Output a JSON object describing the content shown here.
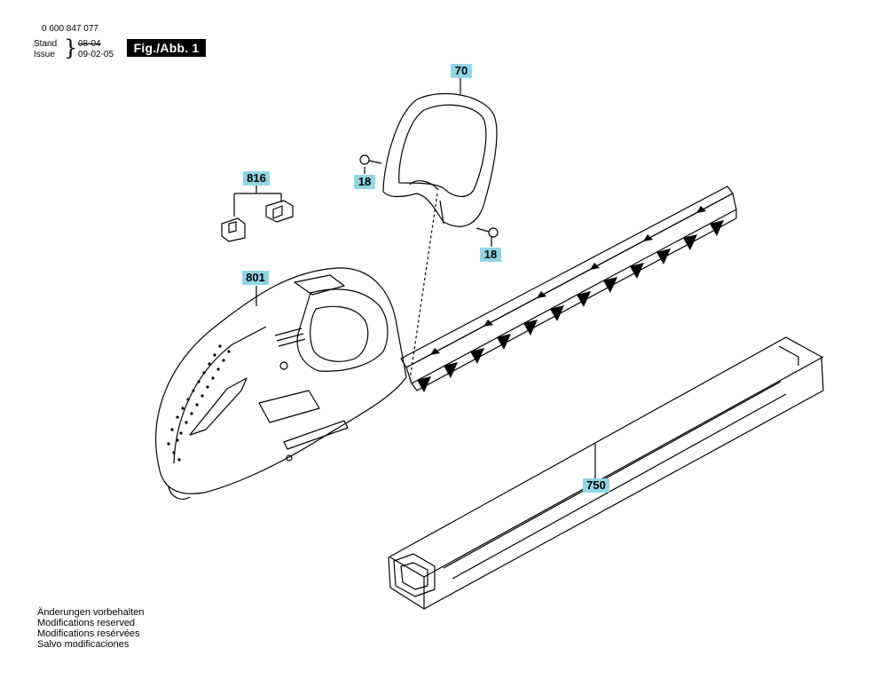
{
  "header": {
    "part_number": "0 600 847 077",
    "stand_label": "Stand",
    "issue_label": "Issue",
    "old_date": "08-04",
    "new_date": "09-02-05",
    "figure_label": "Fig./Abb. 1"
  },
  "callouts": {
    "c70": "70",
    "c816": "816",
    "c18a": "18",
    "c18b": "18",
    "c801": "801",
    "c750": "750"
  },
  "notes": {
    "de": "Änderungen vorbehalten",
    "en": "Modifications reserved",
    "fr": "Modifications resérvées",
    "es": "Salvo modificaciones"
  },
  "colors": {
    "callout_bg": "#8fd6e6",
    "figure_bg": "#000000"
  }
}
